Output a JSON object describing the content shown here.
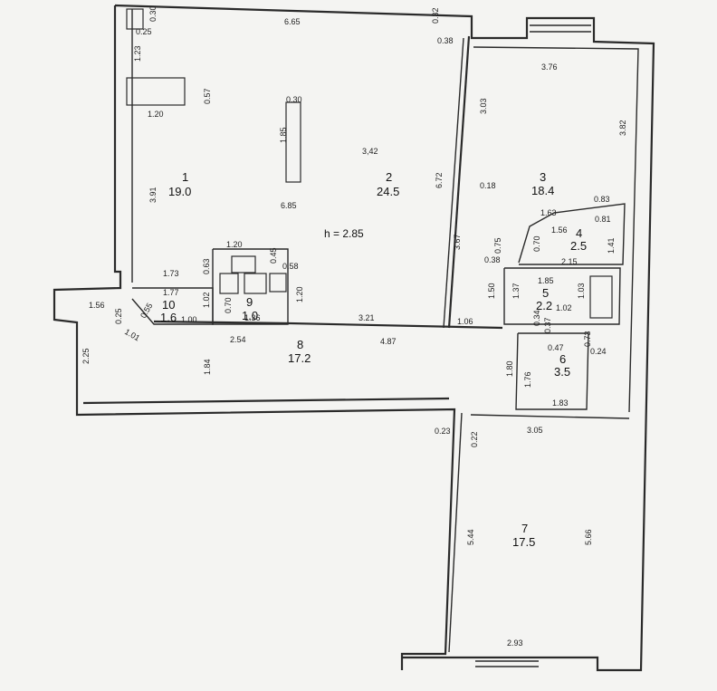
{
  "plan": {
    "ceiling_height": "h = 2.85",
    "rooms": [
      {
        "number": "1",
        "area": "19.0"
      },
      {
        "number": "2",
        "area": "24.5"
      },
      {
        "number": "3",
        "area": "18.4"
      },
      {
        "number": "4",
        "area": "2.5"
      },
      {
        "number": "5",
        "area": "2.2"
      },
      {
        "number": "6",
        "area": "3.5"
      },
      {
        "number": "7",
        "area": "17.5"
      },
      {
        "number": "8",
        "area": "17.2"
      },
      {
        "number": "9",
        "area": "1.0"
      },
      {
        "number": "10",
        "area": "1.6"
      }
    ],
    "dims": [
      "0.25",
      "0.30",
      "1.23",
      "6.65",
      "0.32",
      "0.38",
      "3.76",
      "3.03",
      "3.82",
      "1.20",
      "0.57",
      "0.30",
      "1.85",
      "3,42",
      "6.72",
      "0.18",
      "3.91",
      "6.85",
      "0.83",
      "1.63",
      "0.81",
      "1.56",
      "1.41",
      "3.67",
      "0.75",
      "0.70",
      "2.15",
      "0.38",
      "1.20",
      "0.45",
      "0.63",
      "0.58",
      "1.73",
      "1.77",
      "1.02",
      "1.20",
      "1.56",
      "0.55",
      "0.25",
      "1.01",
      "1.00",
      "0.70",
      "1.36",
      "3.21",
      "1.06",
      "1.50",
      "1.37",
      "1.85",
      "1.03",
      "0.34",
      "1.02",
      "2.25",
      "2.54",
      "4.87",
      "0.47",
      "0.37",
      "0.73",
      "0.24",
      "1.84",
      "1.80",
      "1.76",
      "1.83",
      "0.23",
      "0.22",
      "3.05",
      "5.44",
      "5.66",
      "2.93"
    ]
  }
}
